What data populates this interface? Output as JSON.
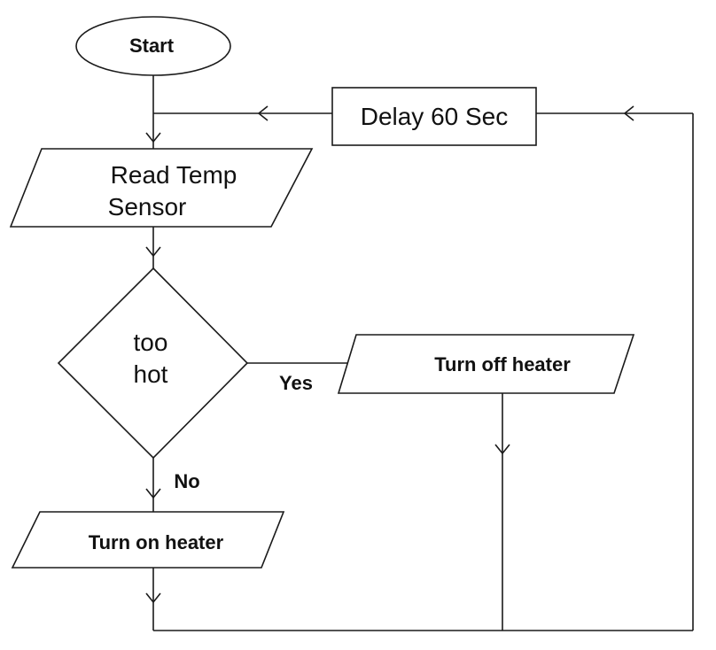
{
  "diagram": {
    "type": "flowchart",
    "nodes": {
      "start": {
        "shape": "ellipse",
        "label": "Start"
      },
      "delay": {
        "shape": "rectangle",
        "label": "Delay 60 Sec"
      },
      "read": {
        "shape": "parallelogram",
        "label_line1": "Read Temp",
        "label_line2": "Sensor"
      },
      "decision": {
        "shape": "diamond",
        "label_line1": "too",
        "label_line2": "hot"
      },
      "turn_off": {
        "shape": "parallelogram",
        "label": "Turn off heater"
      },
      "turn_on": {
        "shape": "parallelogram",
        "label": "Turn on heater"
      }
    },
    "edge_labels": {
      "yes": "Yes",
      "no": "No"
    }
  }
}
